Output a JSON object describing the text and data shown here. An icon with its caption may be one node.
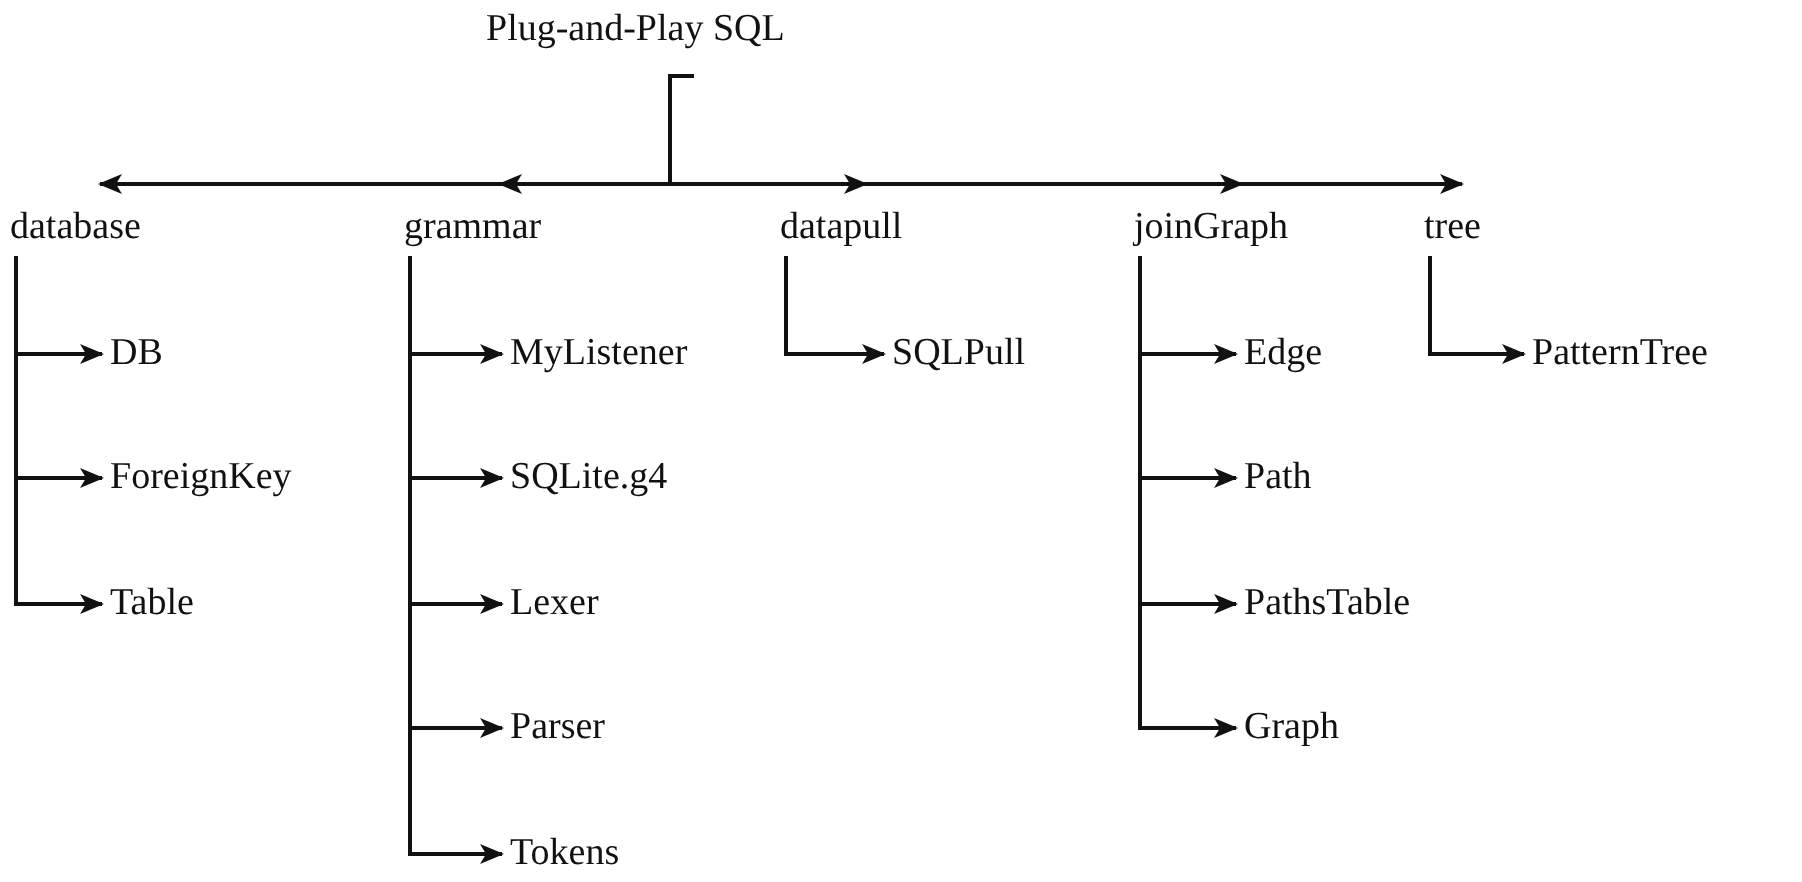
{
  "diagram": {
    "nodes": [
      {
        "text": [
          "Plug-and-Play SQL"
        ]
      },
      {
        "text": [
          "database"
        ]
      },
      {
        "text": [
          "DB"
        ]
      },
      {
        "text": [
          "ForeignKey"
        ]
      },
      {
        "text": [
          "Table"
        ]
      },
      {
        "text": [
          "grammar"
        ]
      },
      {
        "text": [
          "MyListener"
        ]
      },
      {
        "text": [
          "SQLite.g4"
        ]
      },
      {
        "text": [
          "Lexer"
        ]
      },
      {
        "text": [
          "Parser"
        ]
      },
      {
        "text": [
          "Tokens"
        ]
      },
      {
        "text": [
          "datapull"
        ]
      },
      {
        "text": [
          "SQLPull"
        ]
      },
      {
        "text": [
          "joinGraph"
        ]
      },
      {
        "text": [
          "Edge"
        ]
      },
      {
        "text": [
          "Path"
        ]
      },
      {
        "text": [
          "PathsTable"
        ]
      },
      {
        "text": [
          "Graph"
        ]
      },
      {
        "text": [
          "tree"
        ]
      },
      {
        "text": [
          "PatternTree"
        ]
      }
    ],
    "edges": [
      {
        "from": 0,
        "to": 1,
        "arrow": "to"
      },
      {
        "from": 0,
        "to": 5,
        "arrow": "to"
      },
      {
        "from": 0,
        "to": 11,
        "arrow": "to"
      },
      {
        "from": 0,
        "to": 13,
        "arrow": "to"
      },
      {
        "from": 0,
        "to": 18,
        "arrow": "to"
      },
      {
        "from": 1,
        "to": 2,
        "arrow": "to"
      },
      {
        "from": 1,
        "to": 3,
        "arrow": "to"
      },
      {
        "from": 1,
        "to": 4,
        "arrow": "to"
      },
      {
        "from": 5,
        "to": 6,
        "arrow": "to"
      },
      {
        "from": 5,
        "to": 7,
        "arrow": "to"
      },
      {
        "from": 5,
        "to": 8,
        "arrow": "to"
      },
      {
        "from": 5,
        "to": 9,
        "arrow": "to"
      },
      {
        "from": 5,
        "to": 10,
        "arrow": "to"
      },
      {
        "from": 11,
        "to": 12,
        "arrow": "to"
      },
      {
        "from": 13,
        "to": 14,
        "arrow": "to"
      },
      {
        "from": 13,
        "to": 15,
        "arrow": "to"
      },
      {
        "from": 13,
        "to": 16,
        "arrow": "to"
      },
      {
        "from": 13,
        "to": 17,
        "arrow": "to"
      },
      {
        "from": 18,
        "to": 19,
        "arrow": "to"
      }
    ]
  }
}
